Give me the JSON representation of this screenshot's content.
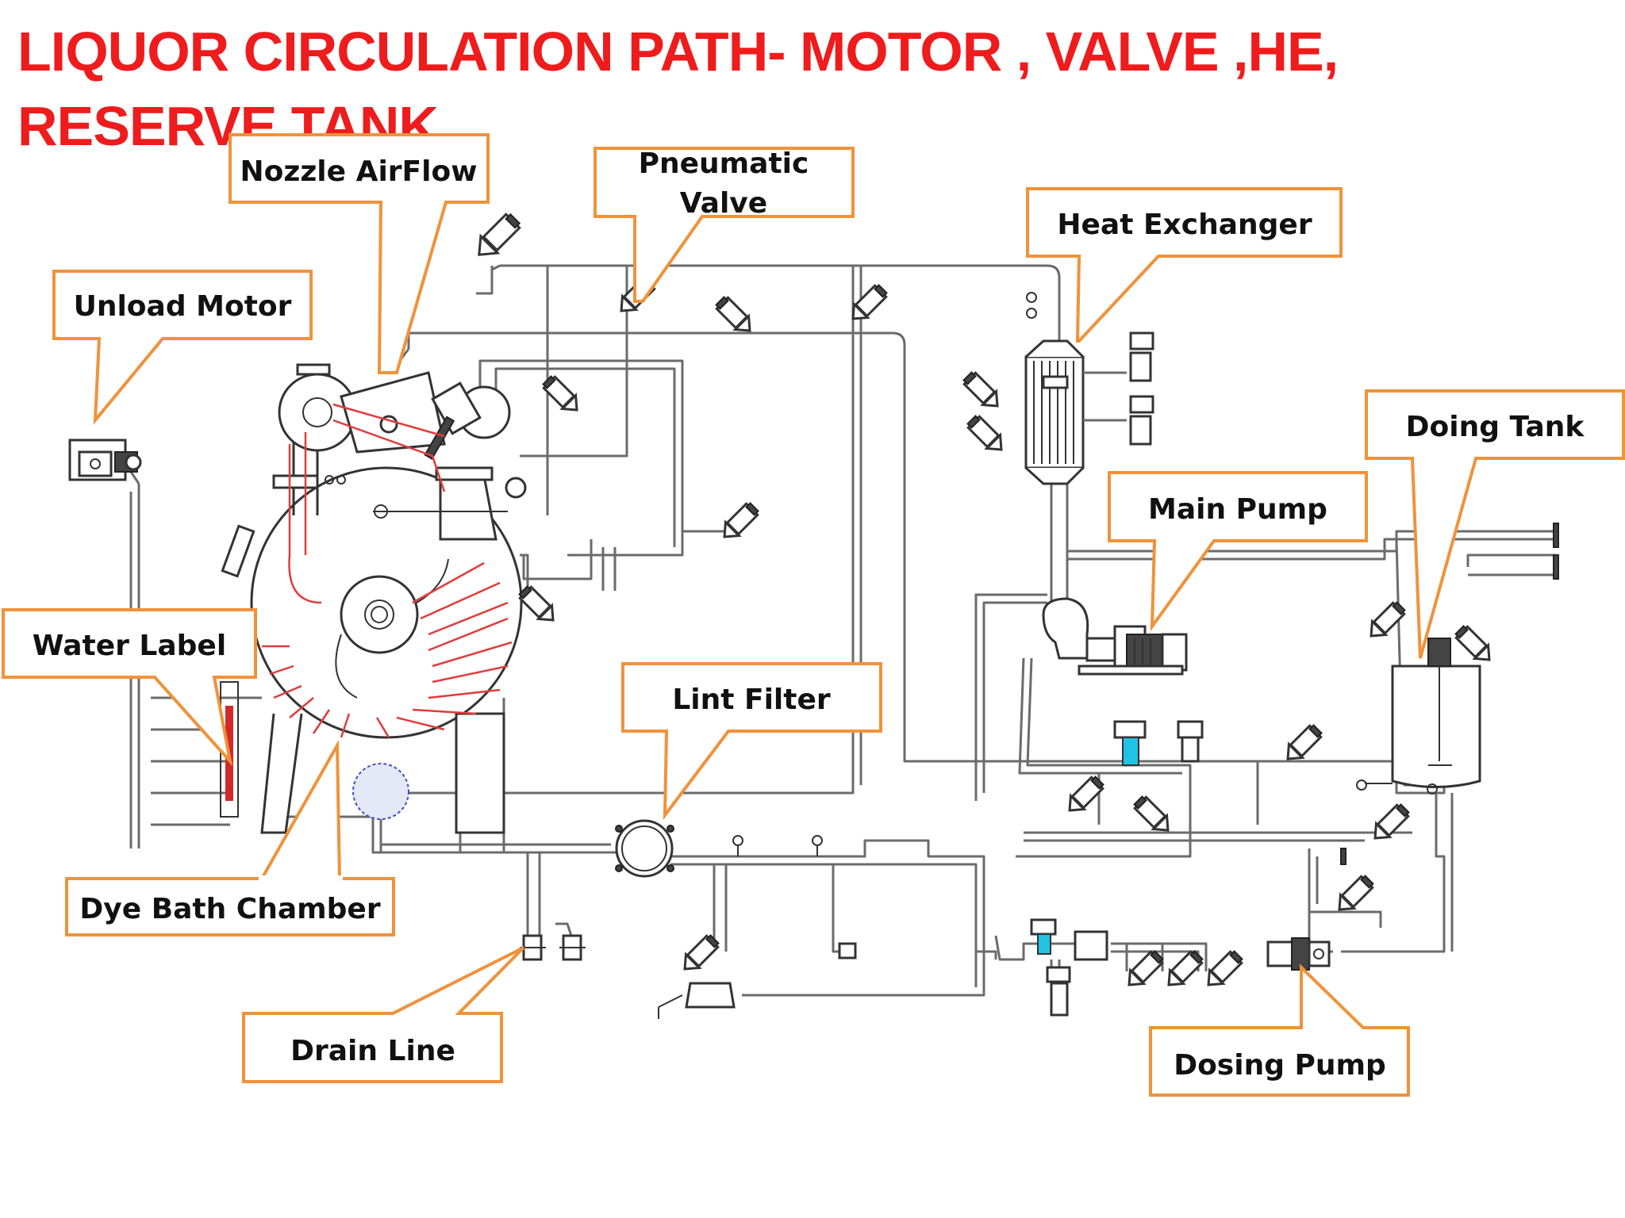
{
  "title": "LIQUOR CIRCULATION PATH- MOTOR , VALVE ,HE, RESERVE TANK",
  "colors": {
    "title": "#ee1c1c",
    "callout_border": "#f0923a",
    "pipe": "#6b6b6b",
    "red_path": "#e23b3b",
    "valve_fill": "#1ec3e6"
  },
  "labels": {
    "nozzle_airflow": "Nozzle AirFlow",
    "pneumatic_valve_1": "Pneumatic",
    "pneumatic_valve_2": "Valve",
    "heat_exchanger": "Heat Exchanger",
    "unload_motor": "Unload Motor",
    "doing_tank": "Doing Tank",
    "main_pump": "Main Pump",
    "water_label": "Water Label",
    "lint_filter": "Lint Filter",
    "dye_bath_chamber": "Dye Bath Chamber",
    "drain_line": "Drain Line",
    "dosing_pump": "Dosing Pump"
  }
}
